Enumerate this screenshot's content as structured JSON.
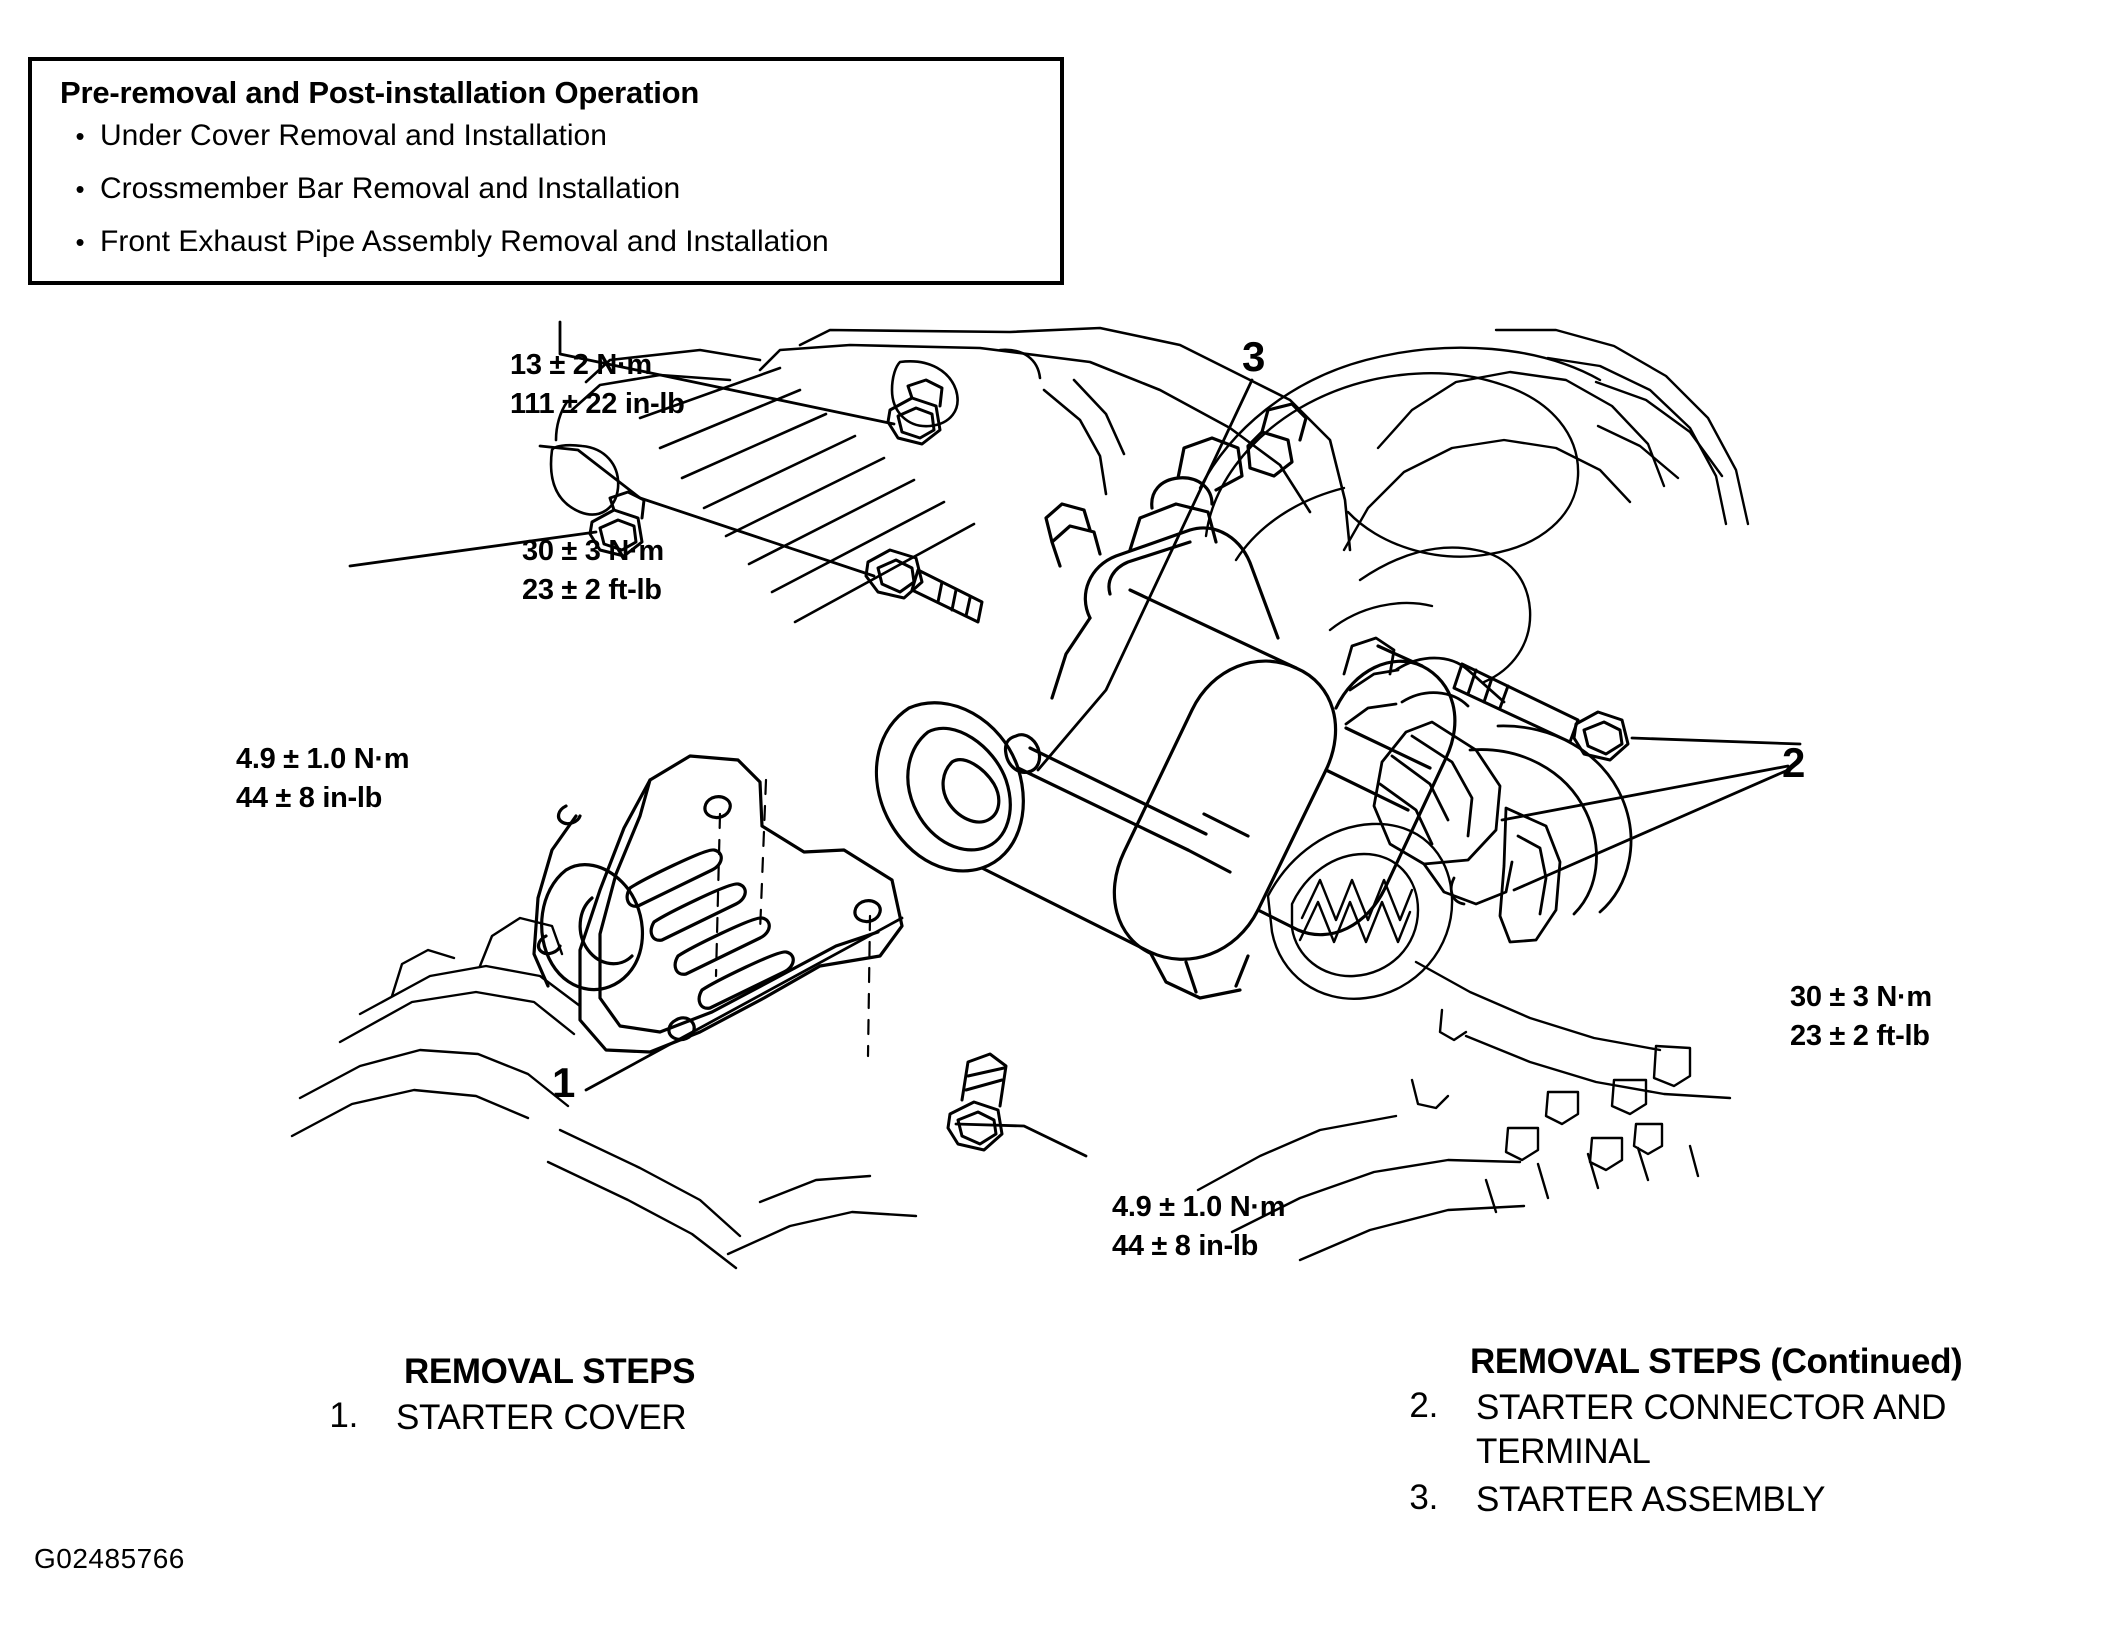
{
  "prenote": {
    "title": "Pre-removal and Post-installation Operation",
    "bullet_glyph": "•",
    "items": [
      "Under Cover Removal and Installation",
      "Crossmember Bar Removal and Installation",
      "Front Exhaust Pipe Assembly Removal and Installation"
    ]
  },
  "torque_labels": [
    {
      "id": "starter-cover-nut-torque",
      "line1": "13 ± 2 N·m",
      "line2": "111 ± 22 in-lb"
    },
    {
      "id": "starter-mounting-bolt-torque-left",
      "line1": "30 ± 3 N·m",
      "line2": "23 ± 2 ft-lb"
    },
    {
      "id": "starter-cover-bolt-torque-left",
      "line1": "4.9 ± 1.0 N·m",
      "line2": "44 ± 8 in-lb"
    },
    {
      "id": "starter-mounting-bolt-torque-right",
      "line1": "30 ± 3 N·m",
      "line2": "23 ± 2 ft-lb"
    },
    {
      "id": "starter-terminal-nut-torque",
      "line1": "4.9 ± 1.0 N·m",
      "line2": "44 ± 8 in-lb"
    }
  ],
  "callouts": [
    {
      "id": "callout-1",
      "label": "1"
    },
    {
      "id": "callout-2",
      "label": "2"
    },
    {
      "id": "callout-3",
      "label": "3"
    }
  ],
  "removal_steps_left": {
    "heading": "REMOVAL STEPS",
    "steps": [
      {
        "num": "1.",
        "text": "STARTER COVER"
      }
    ]
  },
  "removal_steps_right": {
    "heading": "REMOVAL STEPS (Continued)",
    "steps": [
      {
        "num": "2.",
        "text": "STARTER CONNECTOR AND TERMINAL"
      },
      {
        "num": "3.",
        "text": "STARTER ASSEMBLY"
      }
    ]
  },
  "figure_id": "G02485766",
  "colors": {
    "ink": "#000000",
    "paper": "#ffffff"
  }
}
